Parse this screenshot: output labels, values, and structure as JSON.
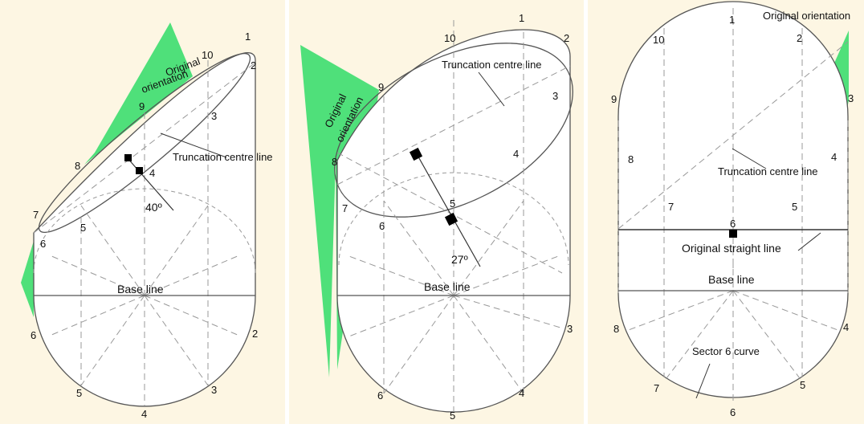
{
  "colors": {
    "background": "#fdf6e3",
    "wedge": "#4fe07a",
    "line": "#555555",
    "dash": "#888888"
  },
  "panel_left": {
    "top_numbers": [
      "1",
      "2",
      "10",
      "9",
      "3",
      "8",
      "4",
      "7",
      "6",
      "5"
    ],
    "outer_numbers": [
      "6",
      "2",
      "5",
      "3",
      "4"
    ],
    "labels": {
      "original_orientation": [
        "Original",
        "orientation"
      ],
      "truncation_centre_line": "Truncation centre line",
      "angle": "40º",
      "base_line": "Base line"
    }
  },
  "panel_middle": {
    "top_numbers": [
      "1",
      "2",
      "10",
      "9",
      "3",
      "8",
      "4",
      "7",
      "6",
      "5"
    ],
    "outer_numbers": [
      "3",
      "4",
      "6",
      "5"
    ],
    "labels": {
      "original_orientation": [
        "Original",
        "orientation"
      ],
      "truncation_centre_line": "Truncation centre line",
      "angle": "27º",
      "base_line": "Base line"
    }
  },
  "panel_right": {
    "top_numbers": [
      "1",
      "2",
      "10",
      "9",
      "3",
      "8",
      "4",
      "7",
      "6",
      "5"
    ],
    "outer_numbers": [
      "8",
      "4",
      "7",
      "5",
      "6"
    ],
    "labels": {
      "original_orientation": "Original orientation",
      "truncation_centre_line": "Truncation centre line",
      "original_straight_line": "Original straight line",
      "base_line": "Base line",
      "sector_curve": "Sector 6 curve"
    }
  }
}
